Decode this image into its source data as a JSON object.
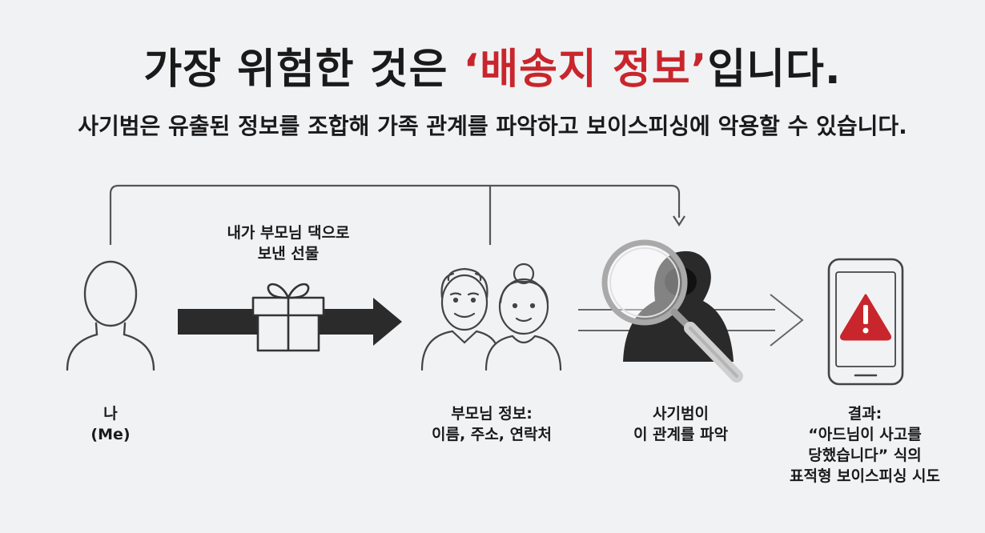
{
  "title": {
    "prefix": "가장 위험한 것은 ",
    "highlight": "‘배송지 정보’",
    "suffix": "입니다."
  },
  "subtitle": "사기범은 유출된 정보를 조합해 가족 관계를 파악하고 보이스피싱에 악용할 수 있습니다.",
  "gift_label": {
    "line1": "내가 부모님 댁으로",
    "line2": "보낸 선물"
  },
  "nodes": [
    {
      "line1": "나",
      "line2": "(Me)"
    },
    {
      "line1": "부모님 정보:",
      "line2": "이름, 주소, 연락처"
    },
    {
      "line1": "사기범이",
      "line2": "이 관계를 파악"
    },
    {
      "line1": "결과:",
      "line2": "“아드님이 사고를",
      "line3": "당했습니다” 식의",
      "line4": "표적형 보이스피싱 시도"
    }
  ],
  "colors": {
    "accent_red": "#c8262c",
    "dark": "#2a2a2a",
    "line": "#555555"
  }
}
